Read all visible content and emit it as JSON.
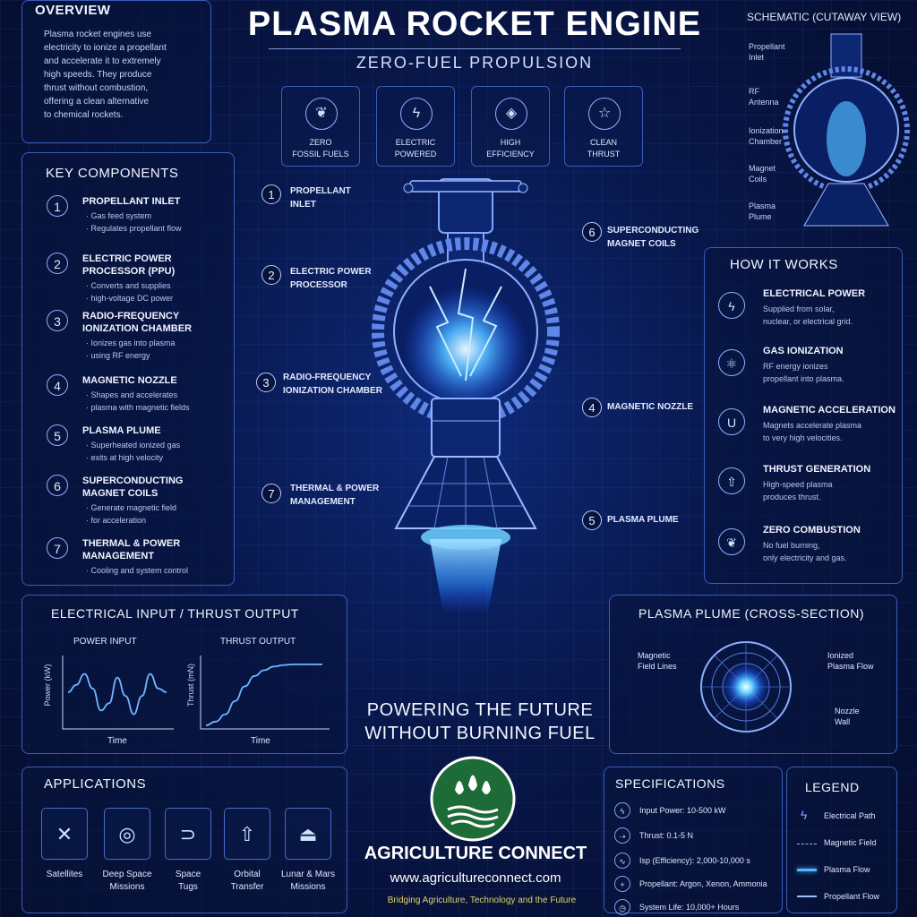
{
  "header": {
    "title": "PLASMA ROCKET ENGINE",
    "subtitle": "ZERO-FUEL PROPULSION"
  },
  "overview": {
    "title": "OVERVIEW",
    "lines": [
      "Plasma rocket engines use",
      "electricity to ionize a propellant",
      "and accelerate it to extremely",
      "high speeds. They produce",
      "thrust without combustion,",
      "offering a clean alternative",
      "to chemical rockets."
    ]
  },
  "features": [
    {
      "icon": "leaf-icon",
      "glyph": "❦",
      "line1": "ZERO",
      "line2": "FOSSIL FUELS"
    },
    {
      "icon": "lightning-icon",
      "glyph": "ϟ",
      "line1": "ELECTRIC",
      "line2": "POWERED"
    },
    {
      "icon": "target-icon",
      "glyph": "◈",
      "line1": "HIGH",
      "line2": "EFFICIENCY"
    },
    {
      "icon": "star-icon",
      "glyph": "☆",
      "line1": "CLEAN",
      "line2": "THRUST"
    }
  ],
  "key_components": {
    "title": "KEY COMPONENTS",
    "items": [
      {
        "num": "1",
        "title1": "PROPELLANT INLET",
        "title2": "",
        "d1": "· Gas feed system",
        "d2": "· Regulates propellant flow"
      },
      {
        "num": "2",
        "title1": "ELECTRIC POWER",
        "title2": "PROCESSOR (PPU)",
        "d1": "· Converts and supplies",
        "d2": "· high-voltage DC power"
      },
      {
        "num": "3",
        "title1": "RADIO-FREQUENCY",
        "title2": "IONIZATION CHAMBER",
        "d1": "· Ionizes gas into plasma",
        "d2": "· using RF energy"
      },
      {
        "num": "4",
        "title1": "MAGNETIC NOZZLE",
        "title2": "",
        "d1": "· Shapes and accelerates",
        "d2": "· plasma with magnetic fields"
      },
      {
        "num": "5",
        "title1": "PLASMA PLUME",
        "title2": "",
        "d1": "· Superheated ionized gas",
        "d2": "· exits at high velocity"
      },
      {
        "num": "6",
        "title1": "SUPERCONDUCTING",
        "title2": "MAGNET COILS",
        "d1": "· Generate magnetic field",
        "d2": "· for acceleration"
      },
      {
        "num": "7",
        "title1": "THERMAL & POWER",
        "title2": "MANAGEMENT",
        "d1": "· Cooling and system control",
        "d2": ""
      }
    ]
  },
  "callouts": [
    {
      "num": "1",
      "l1": "PROPELLANT",
      "l2": "INLET"
    },
    {
      "num": "2",
      "l1": "ELECTRIC POWER",
      "l2": "PROCESSOR"
    },
    {
      "num": "3",
      "l1": "RADIO-FREQUENCY",
      "l2": "IONIZATION CHAMBER"
    },
    {
      "num": "7",
      "l1": "THERMAL & POWER",
      "l2": "MANAGEMENT"
    },
    {
      "num": "6",
      "l1": "SUPERCONDUCTING",
      "l2": "MAGNET COILS"
    },
    {
      "num": "4",
      "l1": "MAGNETIC NOZZLE",
      "l2": ""
    },
    {
      "num": "5",
      "l1": "PLASMA PLUME",
      "l2": ""
    }
  ],
  "schematic": {
    "title": "SCHEMATIC (CUTAWAY VIEW)",
    "labels": [
      {
        "l1": "Propellant",
        "l2": "Inlet"
      },
      {
        "l1": "RF",
        "l2": "Antenna"
      },
      {
        "l1": "Ionization",
        "l2": "Chamber"
      },
      {
        "l1": "Magnet",
        "l2": "Coils"
      },
      {
        "l1": "Plasma",
        "l2": "Plume"
      }
    ]
  },
  "how_it_works": {
    "title": "HOW IT WORKS",
    "items": [
      {
        "icon": "lightning-icon",
        "glyph": "ϟ",
        "title": "ELECTRICAL POWER",
        "d1": "Supplied from solar,",
        "d2": "nuclear, or electrical grid."
      },
      {
        "icon": "atom-icon",
        "glyph": "⚛",
        "title": "GAS IONIZATION",
        "d1": "RF energy ionizes",
        "d2": "propellant into plasma."
      },
      {
        "icon": "magnet-icon",
        "glyph": "U",
        "title": "MAGNETIC ACCELERATION",
        "d1": "Magnets accelerate plasma",
        "d2": "to very high velocities."
      },
      {
        "icon": "rocket-icon",
        "glyph": "⇧",
        "title": "THRUST GENERATION",
        "d1": "High-speed plasma",
        "d2": "produces thrust."
      },
      {
        "icon": "leaf-icon",
        "glyph": "❦",
        "title": "ZERO COMBUSTION",
        "d1": "No fuel burning,",
        "d2": "only electricity and gas."
      }
    ]
  },
  "io_panel": {
    "title": "ELECTRICAL INPUT / THRUST OUTPUT",
    "power_title": "POWER INPUT",
    "power_ylabel": "Power (kW)",
    "power_xlabel": "Time",
    "thrust_title": "THRUST OUTPUT",
    "thrust_ylabel": "Thrust (mN)",
    "thrust_xlabel": "Time"
  },
  "tagline": {
    "l1": "POWERING THE FUTURE",
    "l2": "WITHOUT BURNING FUEL"
  },
  "brand": {
    "name": "AGRICULTURE CONNECT",
    "url": "www.agricultureconnect.com",
    "slogan": "Bridging Agriculture, Technology and the Future"
  },
  "plume_panel": {
    "title": "PLASMA PLUME (CROSS-SECTION)",
    "left_label": {
      "l1": "Magnetic",
      "l2": "Field Lines"
    },
    "right_label": {
      "l1": "Ionized",
      "l2": "Plasma Flow"
    },
    "bottom_label": {
      "l1": "Nozzle",
      "l2": "Wall"
    }
  },
  "applications": {
    "title": "APPLICATIONS",
    "items": [
      {
        "icon": "satellite-icon",
        "glyph": "✕",
        "l1": "Satellites",
        "l2": ""
      },
      {
        "icon": "probe-icon",
        "glyph": "◎",
        "l1": "Deep Space",
        "l2": "Missions"
      },
      {
        "icon": "tug-icon",
        "glyph": "⊃",
        "l1": "Space",
        "l2": "Tugs"
      },
      {
        "icon": "rocket-icon",
        "glyph": "⇧",
        "l1": "Orbital",
        "l2": "Transfer"
      },
      {
        "icon": "lander-icon",
        "glyph": "⏏",
        "l1": "Lunar & Mars",
        "l2": "Missions"
      }
    ]
  },
  "specifications": {
    "title": "SPECIFICATIONS",
    "items": [
      {
        "icon": "lightning-icon",
        "glyph": "ϟ",
        "text": "Input Power: 10-500 kW"
      },
      {
        "icon": "arrow-icon",
        "glyph": "➝",
        "text": "Thrust: 0.1-5 N"
      },
      {
        "icon": "efficiency-icon",
        "glyph": "∿",
        "text": "Isp (Efficiency): 2,000-10,000 s"
      },
      {
        "icon": "plus-icon",
        "glyph": "+",
        "text": "Propellant: Argon, Xenon, Ammonia"
      },
      {
        "icon": "clock-icon",
        "glyph": "◷",
        "text": "System Life: 10,000+ Hours"
      }
    ]
  },
  "legend": {
    "title": "LEGEND",
    "items": [
      "Electrical Path",
      "Magnetic Field",
      "Plasma Flow",
      "Propellant Flow"
    ]
  },
  "chart_data": [
    {
      "type": "line",
      "title": "POWER INPUT",
      "xlabel": "Time",
      "ylabel": "Power (kW)",
      "x": [
        0,
        1,
        2,
        3,
        4,
        5,
        6,
        7,
        8,
        9,
        10,
        11,
        12
      ],
      "values": [
        0.5,
        0.6,
        0.75,
        0.55,
        0.25,
        0.35,
        0.7,
        0.45,
        0.2,
        0.45,
        0.75,
        0.55,
        0.5
      ]
    },
    {
      "type": "line",
      "title": "THRUST OUTPUT",
      "xlabel": "Time",
      "ylabel": "Thrust (mN)",
      "x": [
        0,
        1,
        2,
        3,
        4,
        5,
        6,
        7,
        8,
        9,
        10,
        11,
        12
      ],
      "values": [
        0.05,
        0.1,
        0.2,
        0.38,
        0.58,
        0.72,
        0.8,
        0.85,
        0.87,
        0.88,
        0.88,
        0.88,
        0.88
      ]
    }
  ],
  "colors": {
    "accent": "#4d8dff",
    "glow": "#3fb3ff",
    "panel_border": "#3b5cb8",
    "brand_green": "#1d6b36"
  }
}
